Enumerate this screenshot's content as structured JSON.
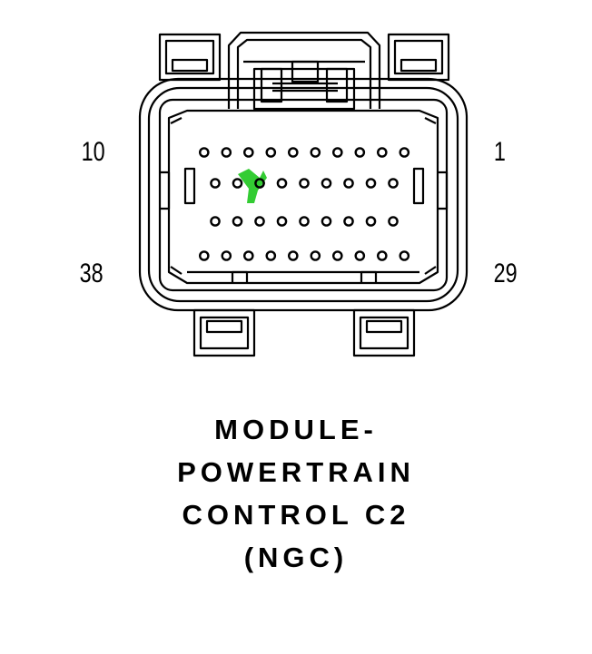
{
  "pin_labels": {
    "top_left": "10",
    "top_right": "1",
    "bottom_left": "38",
    "bottom_right": "29"
  },
  "title_lines": [
    "MODULE-",
    "POWERTRAIN",
    "CONTROL C2",
    "(NGC)"
  ],
  "pin_rows": [
    10,
    9,
    9,
    10
  ],
  "highlighted_pin": {
    "row": 2,
    "index": 3
  },
  "colors": {
    "outline": "#000000",
    "highlight": "#33cc33",
    "background": "#ffffff"
  },
  "icons": [
    "connector-outline",
    "cavity-pin",
    "locator-mark"
  ]
}
